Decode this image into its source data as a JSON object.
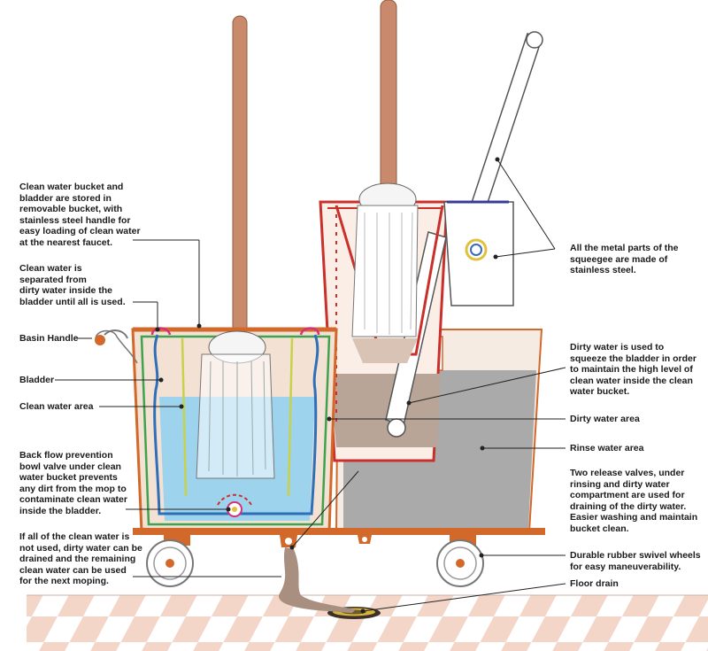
{
  "labels": {
    "clean_bucket_storage": "Clean water bucket and\nbladder are stored in\nremovable bucket, with\nstainless steel handle for\neasy loading of clean water\nat the nearest faucet.",
    "clean_separated": "Clean water is\nseparated from\ndirty water inside the\nbladder until all is used.",
    "basin_handle": "Basin Handle",
    "bladder": "Bladder",
    "clean_water_area": "Clean water area",
    "back_flow_valve": "Back flow prevention\nbowl valve under clean\nwater bucket prevents\nany dirt from the mop to\ncontaminate clean water\ninside the bladder.",
    "drain_remaining": "If all of the clean water is\nnot used, dirty water can be\ndrained and the remaining\nclean water can be used\nfor the next moping.",
    "metal_parts": "All the metal parts of the\nsqueegee are made of\nstainless steel.",
    "dirty_water_squeeze": "Dirty water is used to\nsqueeze the bladder in order\nto maintain the high level of\nclean water inside the clean\nwater bucket.",
    "dirty_water_area": "Dirty water area",
    "rinse_water_area": "Rinse water area",
    "release_valves": "Two release valves, under\nrinsing and dirty water\ncompartment are used for\ndraining of the dirty water.\nEasier washing and maintain\nbucket clean.",
    "swivel_wheels": "Durable rubber swivel wheels\nfor easy maneuverability.",
    "floor_drain": "Floor drain"
  },
  "colors": {
    "bucket_orange": "#d2692b",
    "clean_water": "#9ed3ee",
    "dirty_water": "#b8a597",
    "rinse_water": "#a3a3a3",
    "bladder_blue": "#2f6fb8",
    "inner_green": "#3fa34d",
    "wringer_red": "#c9302c",
    "mop_handle": "#c98a6b",
    "floor_tile": "#f3d6c8"
  },
  "icons": [
    "wheel-icon",
    "mop-icon",
    "floor-drain-icon"
  ]
}
